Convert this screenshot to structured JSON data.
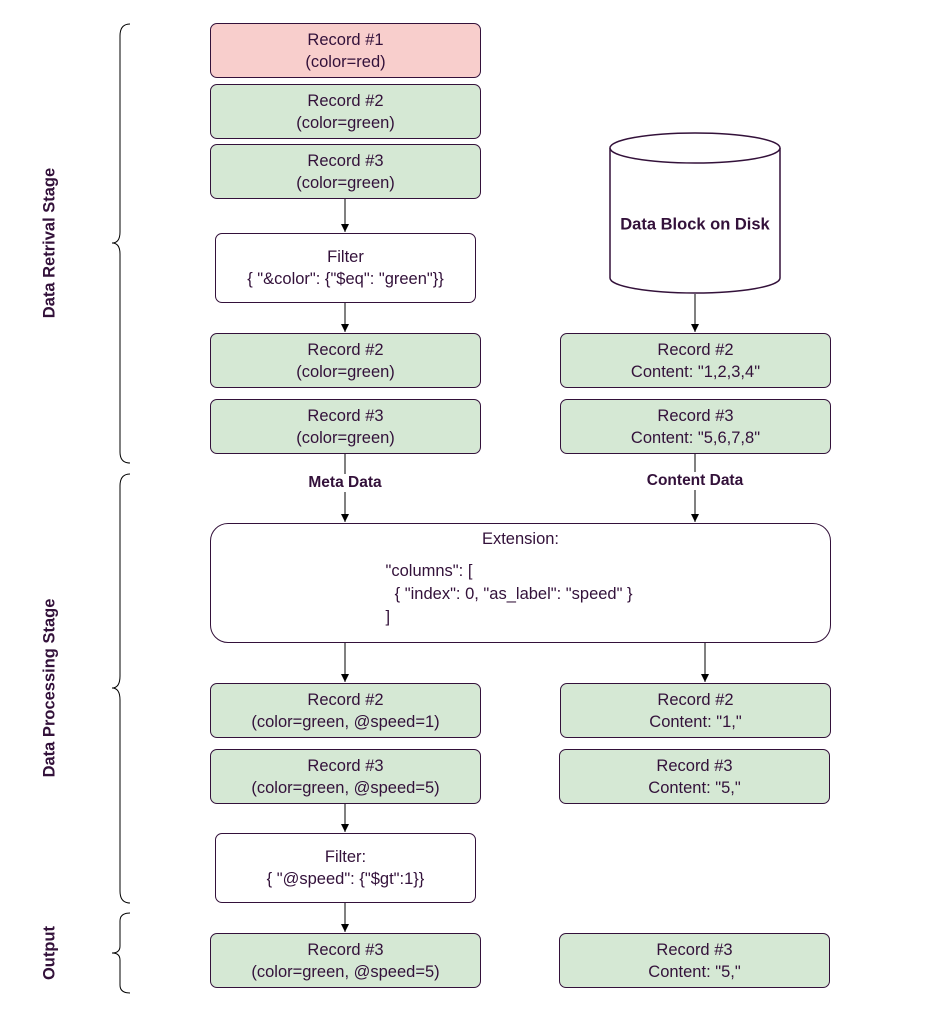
{
  "stages": {
    "retrieval": "Data Retrival Stage",
    "processing": "Data Processing Stage",
    "output": "Output"
  },
  "retrieval": {
    "record1": [
      "Record #1",
      "(color=red)"
    ],
    "record2": [
      "Record #2",
      "(color=green)"
    ],
    "record3": [
      "Record #3",
      "(color=green)"
    ],
    "filter": [
      "Filter",
      "{ \"&color\": {\"$eq\": \"green\"}}"
    ],
    "filtered_record2": [
      "Record #2",
      "(color=green)"
    ],
    "filtered_record3": [
      "Record #3",
      "(color=green)"
    ],
    "disk_label": "Data Block on Disk",
    "content_record2": [
      "Record #2",
      "Content: \"1,2,3,4\""
    ],
    "content_record3": [
      "Record #3",
      "Content: \"5,6,7,8\""
    ]
  },
  "flow_labels": {
    "meta": "Meta Data",
    "content": "Content Data"
  },
  "extension": {
    "title": "Extension:",
    "code": [
      "\"columns\": [",
      "  { \"index\": 0, \"as_label\": \"speed\" }",
      "]"
    ]
  },
  "processing": {
    "meta_record2": [
      "Record #2",
      "(color=green, @speed=1)"
    ],
    "meta_record3": [
      "Record #3",
      "(color=green, @speed=5)"
    ],
    "content_record2": [
      "Record #2",
      "Content: \"1,\""
    ],
    "content_record3": [
      "Record #3",
      "Content: \"5,\""
    ],
    "filter": [
      "Filter:",
      "{ \"@speed\": {\"$gt\":1}}"
    ]
  },
  "output": {
    "meta_record3": [
      "Record #3",
      "(color=green, @speed=5)"
    ],
    "content_record3": [
      "Record #3",
      "Content: \"5,\""
    ]
  }
}
